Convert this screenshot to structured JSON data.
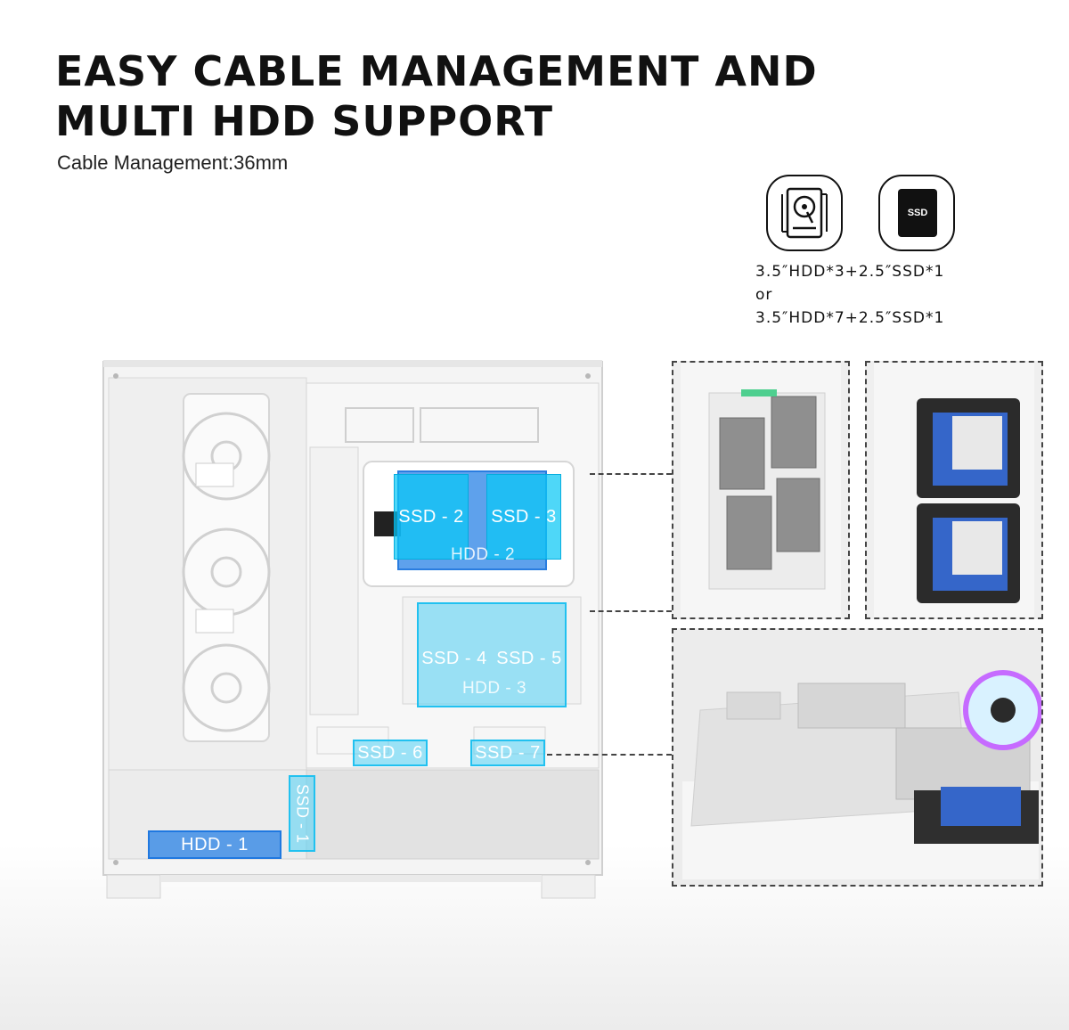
{
  "headline": {
    "line1": "EASY CABLE MANAGEMENT AND",
    "line2": "MULTI HDD SUPPORT"
  },
  "subtitle": "Cable Management:36mm",
  "icons": {
    "hdd": "hdd-icon",
    "ssd": "ssd-icon",
    "ssd_label": "SSD"
  },
  "spec": {
    "line1": "3.5″HDD*3+2.5″SSD*1",
    "line2": "or",
    "line3": "3.5″HDD*7+2.5″SSD*1"
  },
  "slots": {
    "ssd2": "SSD - 2",
    "ssd3": "SSD - 3",
    "hdd2": "HDD - 2",
    "ssd4": "SSD - 4",
    "ssd5": "SSD - 5",
    "hdd3": "HDD - 3",
    "ssd6": "SSD - 6",
    "ssd7": "SSD - 7",
    "hdd1": "HDD - 1",
    "ssd1": "SSD - 1"
  },
  "colors": {
    "slot_cyan": "#0ac8f5",
    "slot_blue": "#2882e6",
    "case_white": "#f4f4f4"
  }
}
